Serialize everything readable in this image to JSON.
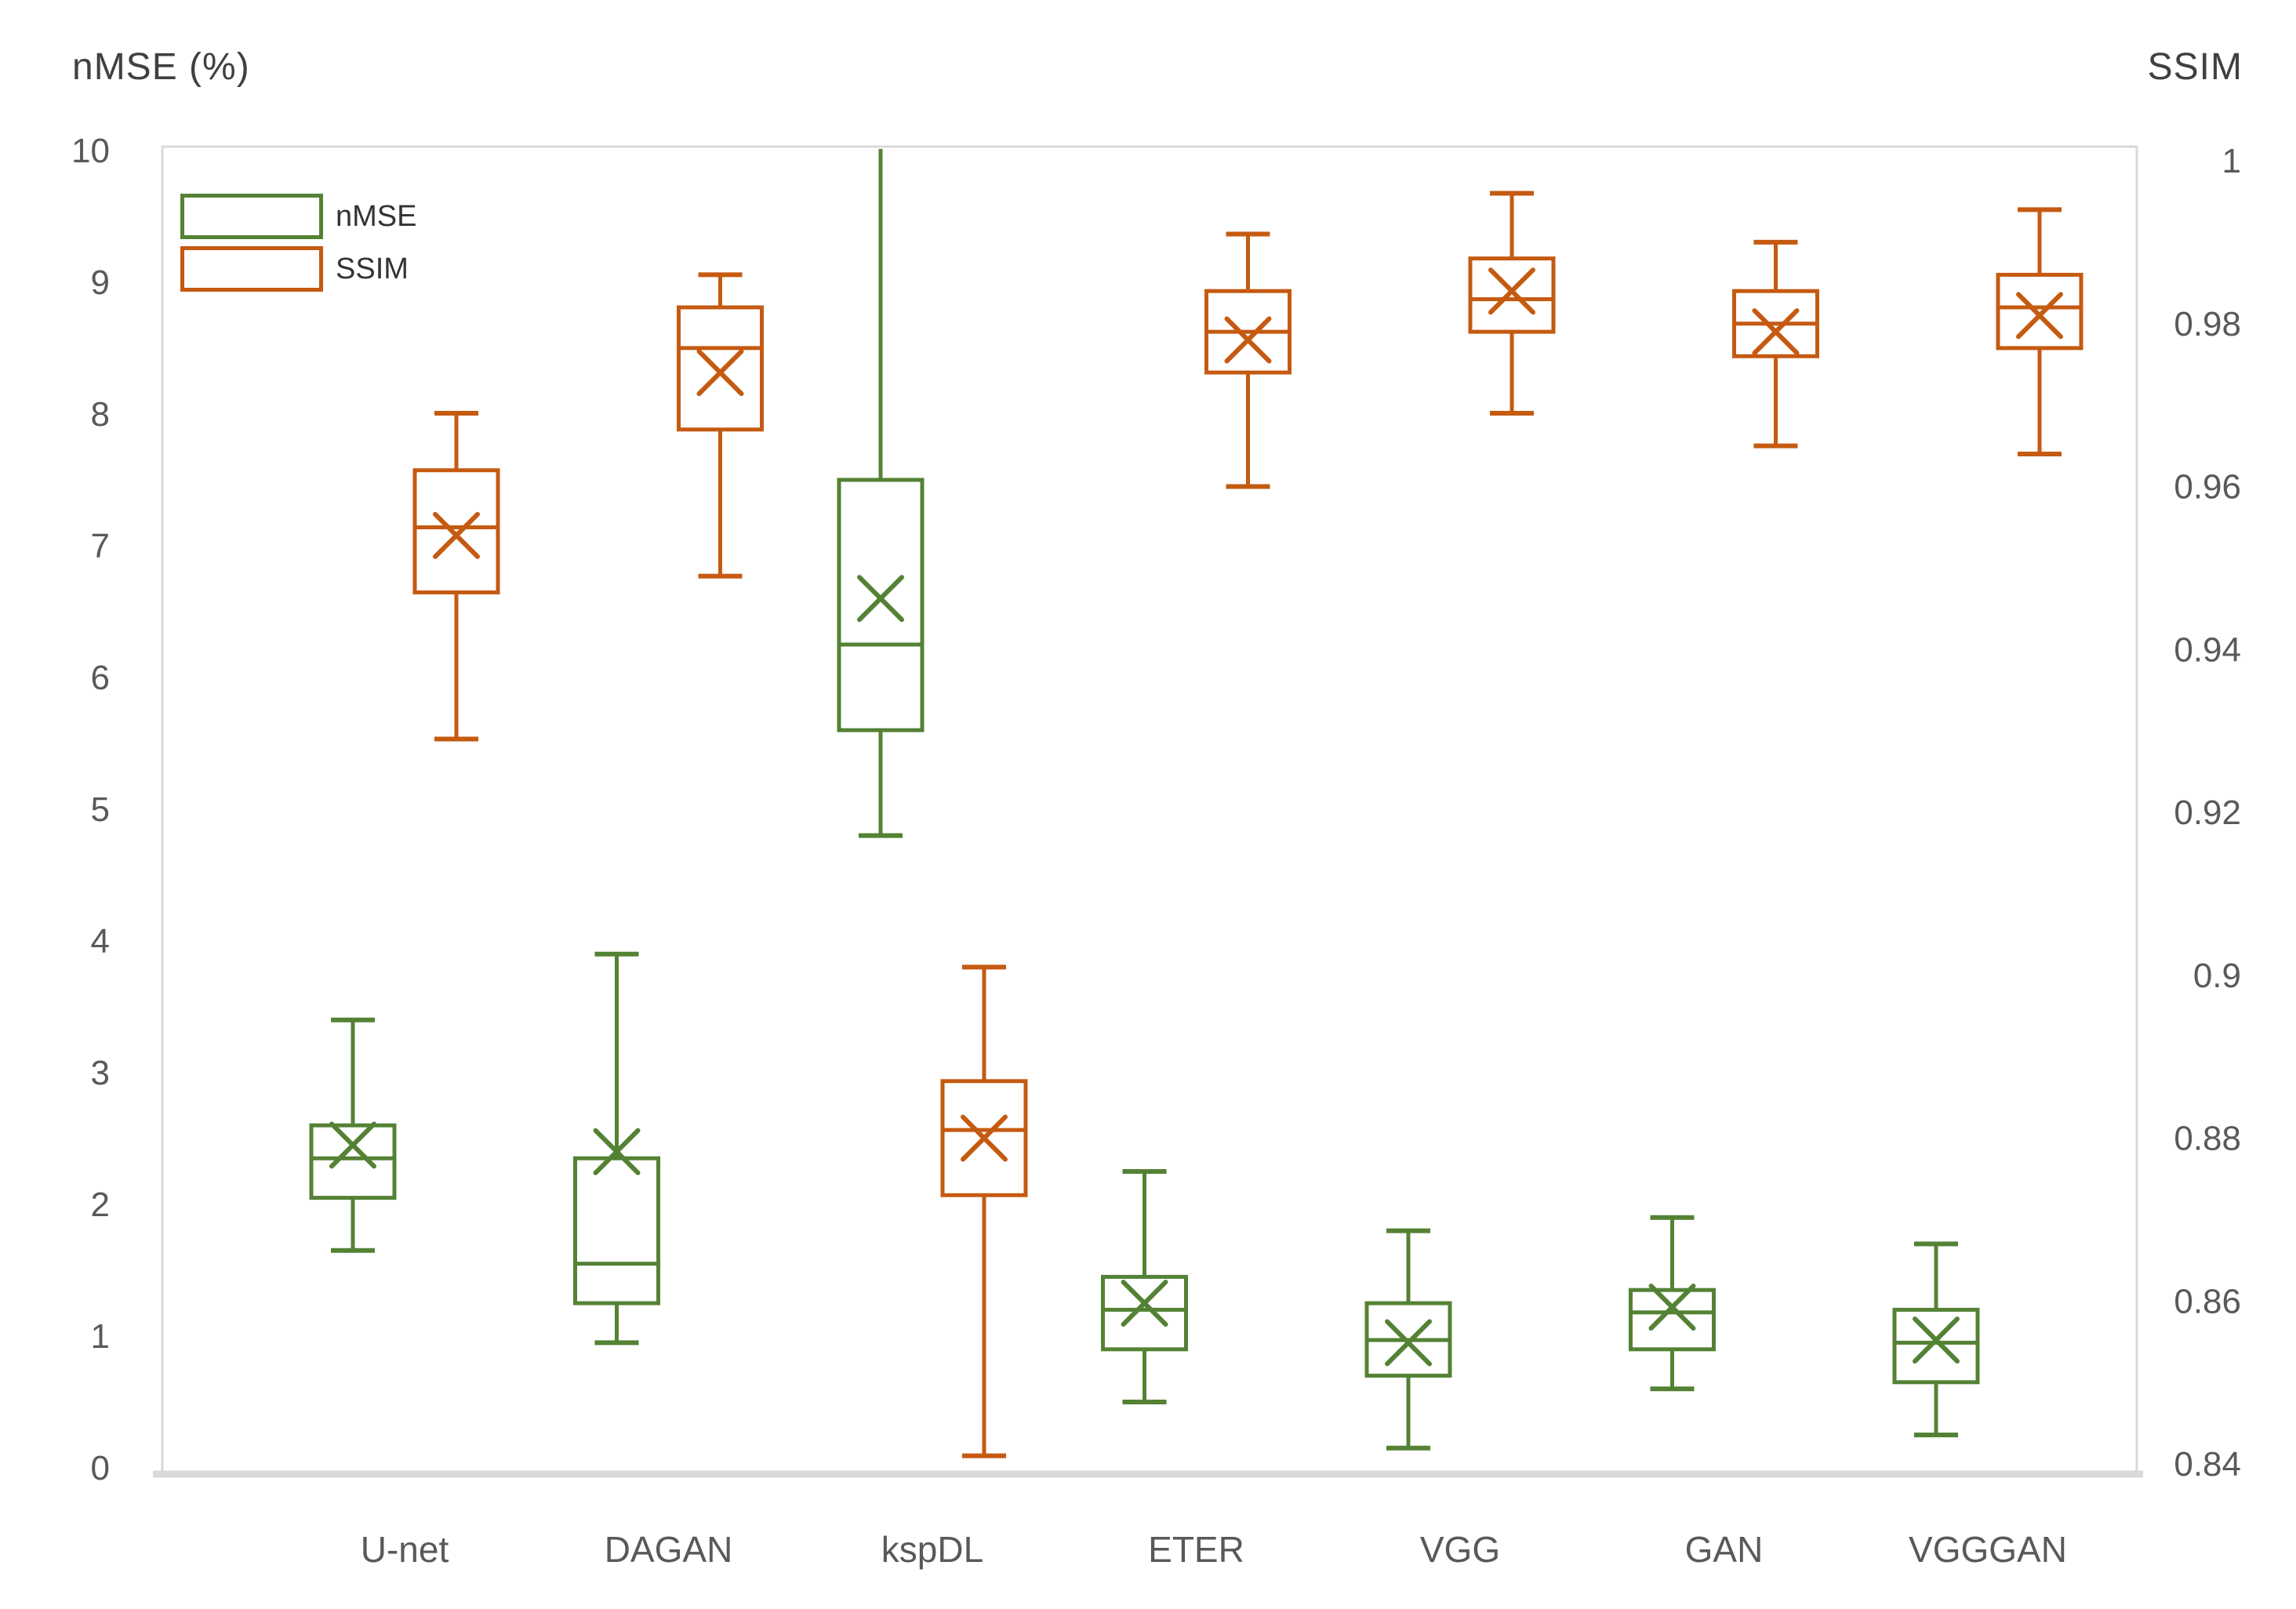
{
  "chart_data": {
    "type": "boxplot",
    "title": "",
    "categories": [
      "U-net",
      "DAGAN",
      "kspDL",
      "ETER",
      "VGG",
      "GAN",
      "VGGGAN"
    ],
    "left_axis": {
      "label": "nMSE (%)",
      "min": 0,
      "max": 10,
      "ticks": [
        {
          "label": "10",
          "value": 10
        },
        {
          "label": "9",
          "value": 9
        },
        {
          "label": "8",
          "value": 8
        },
        {
          "label": "7",
          "value": 7
        },
        {
          "label": "6",
          "value": 6
        },
        {
          "label": "5",
          "value": 5
        },
        {
          "label": "4",
          "value": 4
        },
        {
          "label": "3",
          "value": 3
        },
        {
          "label": "2",
          "value": 2
        },
        {
          "label": "1",
          "value": 1
        },
        {
          "label": "0",
          "value": 0
        }
      ]
    },
    "right_axis": {
      "label": "SSIM",
      "min": 0.84,
      "max": 1,
      "ticks": [
        {
          "label": "1",
          "value": 1
        },
        {
          "label": "0.98",
          "value": 0.98
        },
        {
          "label": "0.96",
          "value": 0.96
        },
        {
          "label": "0.94",
          "value": 0.94
        },
        {
          "label": "0.92",
          "value": 0.92
        },
        {
          "label": "0.9",
          "value": 0.9
        },
        {
          "label": "0.88",
          "value": 0.88
        },
        {
          "label": "0.86",
          "value": 0.86
        },
        {
          "label": "0.84",
          "value": 0.84
        }
      ]
    },
    "legend_position": "top-left-inside",
    "grid": false,
    "series": [
      {
        "name": "nMSE",
        "axis": "left",
        "color": "#548235",
        "boxes": [
          {
            "category": "U-net",
            "low": 1.65,
            "q1": 2.05,
            "median": 2.35,
            "mean": 2.45,
            "q3": 2.6,
            "high": 3.4
          },
          {
            "category": "DAGAN",
            "low": 0.95,
            "q1": 1.25,
            "median": 1.55,
            "mean": 2.4,
            "q3": 2.35,
            "high": 3.9
          },
          {
            "category": "kspDL",
            "low": 4.8,
            "q1": 5.6,
            "median": 6.25,
            "mean": 6.6,
            "q3": 7.5,
            "high": 10,
            "high_clipped": true
          },
          {
            "category": "ETER",
            "low": 0.5,
            "q1": 0.9,
            "median": 1.2,
            "mean": 1.25,
            "q3": 1.45,
            "high": 2.25
          },
          {
            "category": "VGG",
            "low": 0.15,
            "q1": 0.7,
            "median": 0.97,
            "mean": 0.95,
            "q3": 1.25,
            "high": 1.8
          },
          {
            "category": "GAN",
            "low": 0.6,
            "q1": 0.9,
            "median": 1.18,
            "mean": 1.22,
            "q3": 1.35,
            "high": 1.9
          },
          {
            "category": "VGGGAN",
            "low": 0.25,
            "q1": 0.65,
            "median": 0.95,
            "mean": 0.97,
            "q3": 1.2,
            "high": 1.7
          }
        ]
      },
      {
        "name": "SSIM",
        "axis": "right",
        "color": "#C55A11",
        "boxes": [
          {
            "category": "U-net",
            "low": 0.929,
            "q1": 0.947,
            "median": 0.955,
            "mean": 0.954,
            "q3": 0.962,
            "high": 0.969
          },
          {
            "category": "DAGAN",
            "low": 0.949,
            "q1": 0.967,
            "median": 0.977,
            "mean": 0.974,
            "q3": 0.982,
            "high": 0.986
          },
          {
            "category": "kspDL",
            "low": 0.841,
            "q1": 0.873,
            "median": 0.881,
            "mean": 0.88,
            "q3": 0.887,
            "high": 0.901
          },
          {
            "category": "ETER",
            "low": 0.96,
            "q1": 0.974,
            "median": 0.979,
            "mean": 0.978,
            "q3": 0.984,
            "high": 0.991
          },
          {
            "category": "VGG",
            "low": 0.969,
            "q1": 0.979,
            "median": 0.983,
            "mean": 0.984,
            "q3": 0.988,
            "high": 0.996
          },
          {
            "category": "GAN",
            "low": 0.965,
            "q1": 0.976,
            "median": 0.98,
            "mean": 0.979,
            "q3": 0.984,
            "high": 0.99
          },
          {
            "category": "VGGGAN",
            "low": 0.964,
            "q1": 0.977,
            "median": 0.982,
            "mean": 0.981,
            "q3": 0.986,
            "high": 0.994
          }
        ]
      }
    ]
  },
  "legend": {
    "items": [
      {
        "label": "nMSE",
        "color": "#548235"
      },
      {
        "label": "SSIM",
        "color": "#C55A11"
      }
    ]
  },
  "colors": {
    "nmse_green": "#548235",
    "ssim_orange": "#C55A11",
    "plot_border": "#d9d9d9",
    "axis_line": "#d9d9d9",
    "tick_text": "#595959",
    "title_text": "#404040"
  }
}
